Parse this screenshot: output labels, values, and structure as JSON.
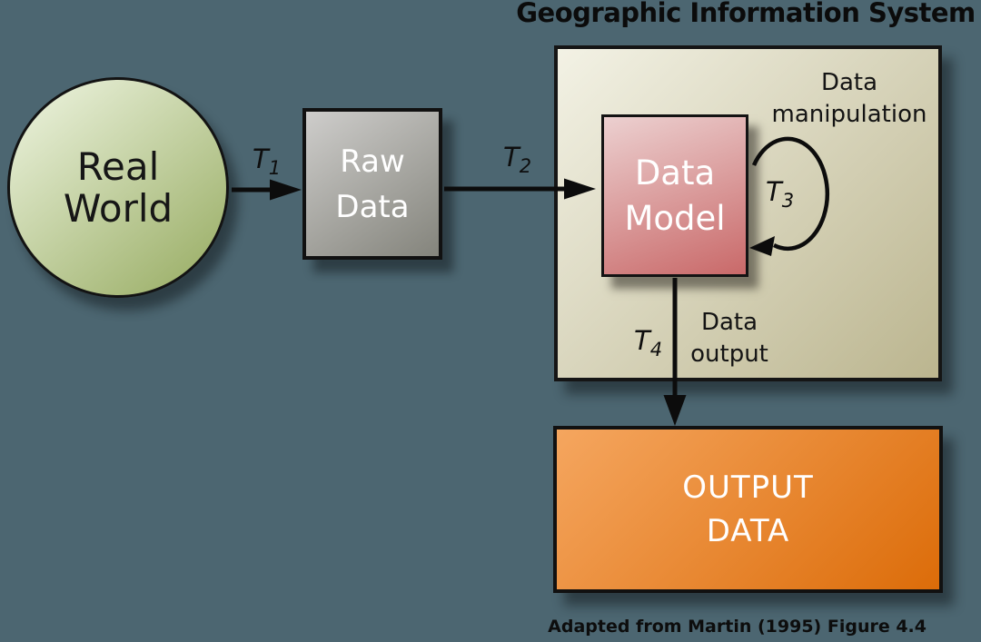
{
  "title": "Geographic Information System",
  "caption": "Adapted from Martin (1995) Figure 4.4",
  "nodes": {
    "real_world": {
      "lines": [
        "Real",
        "World"
      ],
      "fill_from": "#ebf2dc",
      "fill_to": "#9aae66",
      "shape": "circle"
    },
    "raw_data": {
      "lines": [
        "Raw",
        "Data"
      ],
      "fill_from": "#cecdcb",
      "fill_to": "#84847c",
      "shape": "rect"
    },
    "gis": {
      "fill_from": "#f3f2e5",
      "fill_to": "#bbb58f",
      "shape": "rect"
    },
    "data_model": {
      "lines": [
        "Data",
        "Model"
      ],
      "fill_from": "#ecd0d0",
      "fill_to": "#c96969",
      "shape": "rect"
    },
    "output_data": {
      "lines": [
        "OUTPUT",
        "DATA"
      ],
      "fill_from": "#f5a65f",
      "fill_to": "#dc6c09",
      "shape": "rect"
    }
  },
  "annotations": {
    "data_manipulation": {
      "lines": [
        "Data",
        "manipulation"
      ]
    },
    "data_output": {
      "lines": [
        "Data",
        "output"
      ]
    }
  },
  "transforms": {
    "t1": {
      "base": "T",
      "sub": "1"
    },
    "t2": {
      "base": "T",
      "sub": "2"
    },
    "t3": {
      "base": "T",
      "sub": "3"
    },
    "t4": {
      "base": "T",
      "sub": "4"
    }
  },
  "colors": {
    "background": "#4c6671",
    "stroke": "#0c0c0c",
    "text_dark": "#141414",
    "text_light": "#ffffff"
  }
}
